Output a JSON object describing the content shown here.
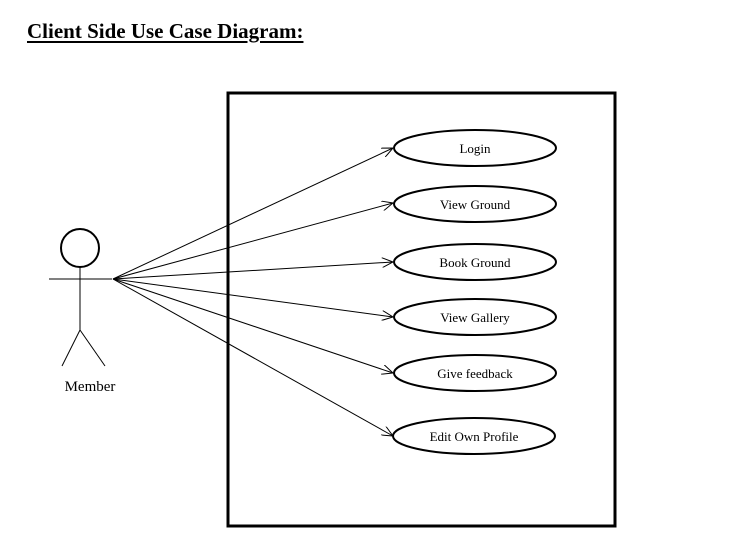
{
  "page_title": "Client Side Use Case Diagram:",
  "actor": {
    "name": "Member"
  },
  "use_cases": [
    {
      "id": "login",
      "label": "Login"
    },
    {
      "id": "view-ground",
      "label": "View Ground"
    },
    {
      "id": "book-ground",
      "label": "Book Ground"
    },
    {
      "id": "view-gallery",
      "label": "View Gallery"
    },
    {
      "id": "give-feedback",
      "label": "Give feedback"
    },
    {
      "id": "edit-own-profile",
      "label": "Edit Own Profile"
    }
  ]
}
